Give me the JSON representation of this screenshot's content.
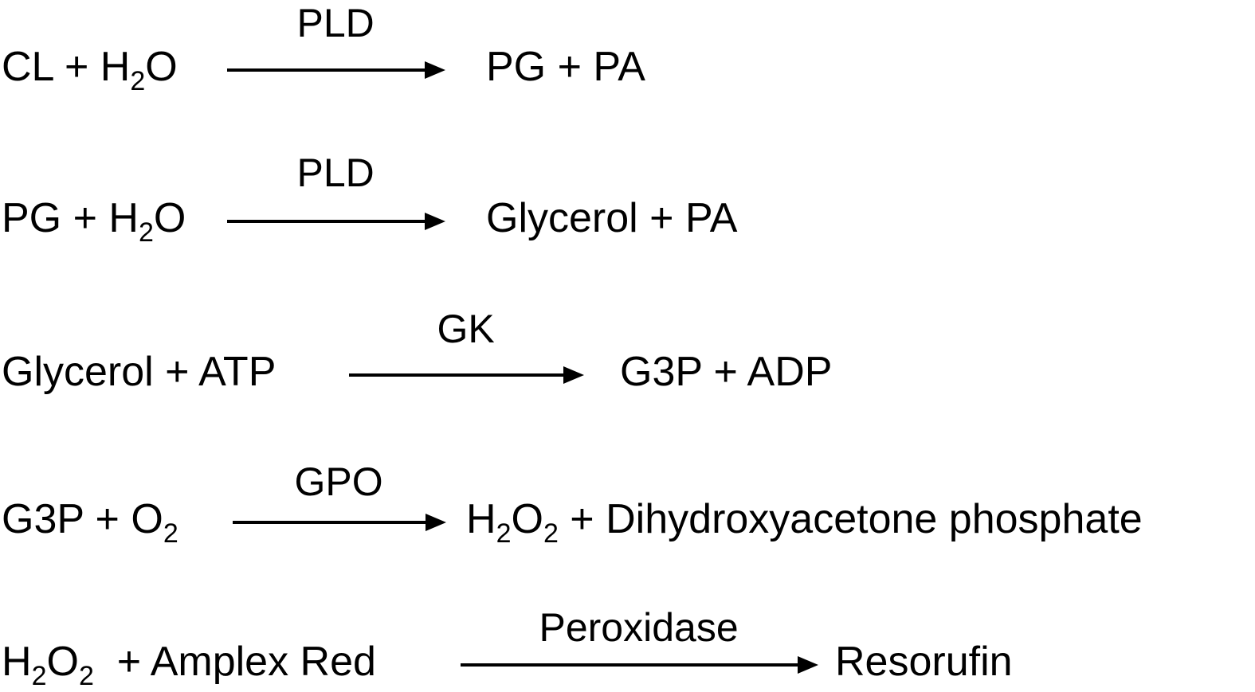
{
  "reactions": [
    {
      "reactants": [
        {
          "t": "CL + H"
        },
        {
          "t": "2",
          "sub": true
        },
        {
          "t": "O"
        }
      ],
      "enzyme": "PLD",
      "products": [
        {
          "t": "PG + PA"
        }
      ]
    },
    {
      "reactants": [
        {
          "t": "PG + H"
        },
        {
          "t": "2",
          "sub": true
        },
        {
          "t": "O"
        }
      ],
      "enzyme": "PLD",
      "products": [
        {
          "t": "Glycerol + PA"
        }
      ]
    },
    {
      "reactants": [
        {
          "t": "Glycerol + ATP"
        }
      ],
      "enzyme": "GK",
      "products": [
        {
          "t": "G3P + ADP"
        }
      ]
    },
    {
      "reactants": [
        {
          "t": "G3P + O"
        },
        {
          "t": "2",
          "sub": true
        }
      ],
      "enzyme": "GPO",
      "products": [
        {
          "t": "H"
        },
        {
          "t": "2",
          "sub": true
        },
        {
          "t": "O"
        },
        {
          "t": "2",
          "sub": true
        },
        {
          "t": " + Dihydroxyacetone phosphate"
        }
      ]
    },
    {
      "reactants": [
        {
          "t": "H"
        },
        {
          "t": "2",
          "sub": true
        },
        {
          "t": "O"
        },
        {
          "t": "2",
          "sub": true
        },
        {
          "t": "  + Amplex Red"
        }
      ],
      "enzyme": "Peroxidase",
      "products": [
        {
          "t": "Resorufin"
        }
      ]
    }
  ],
  "colors": {
    "text": "#000000",
    "arrow": "#000000",
    "background": "#ffffff"
  }
}
